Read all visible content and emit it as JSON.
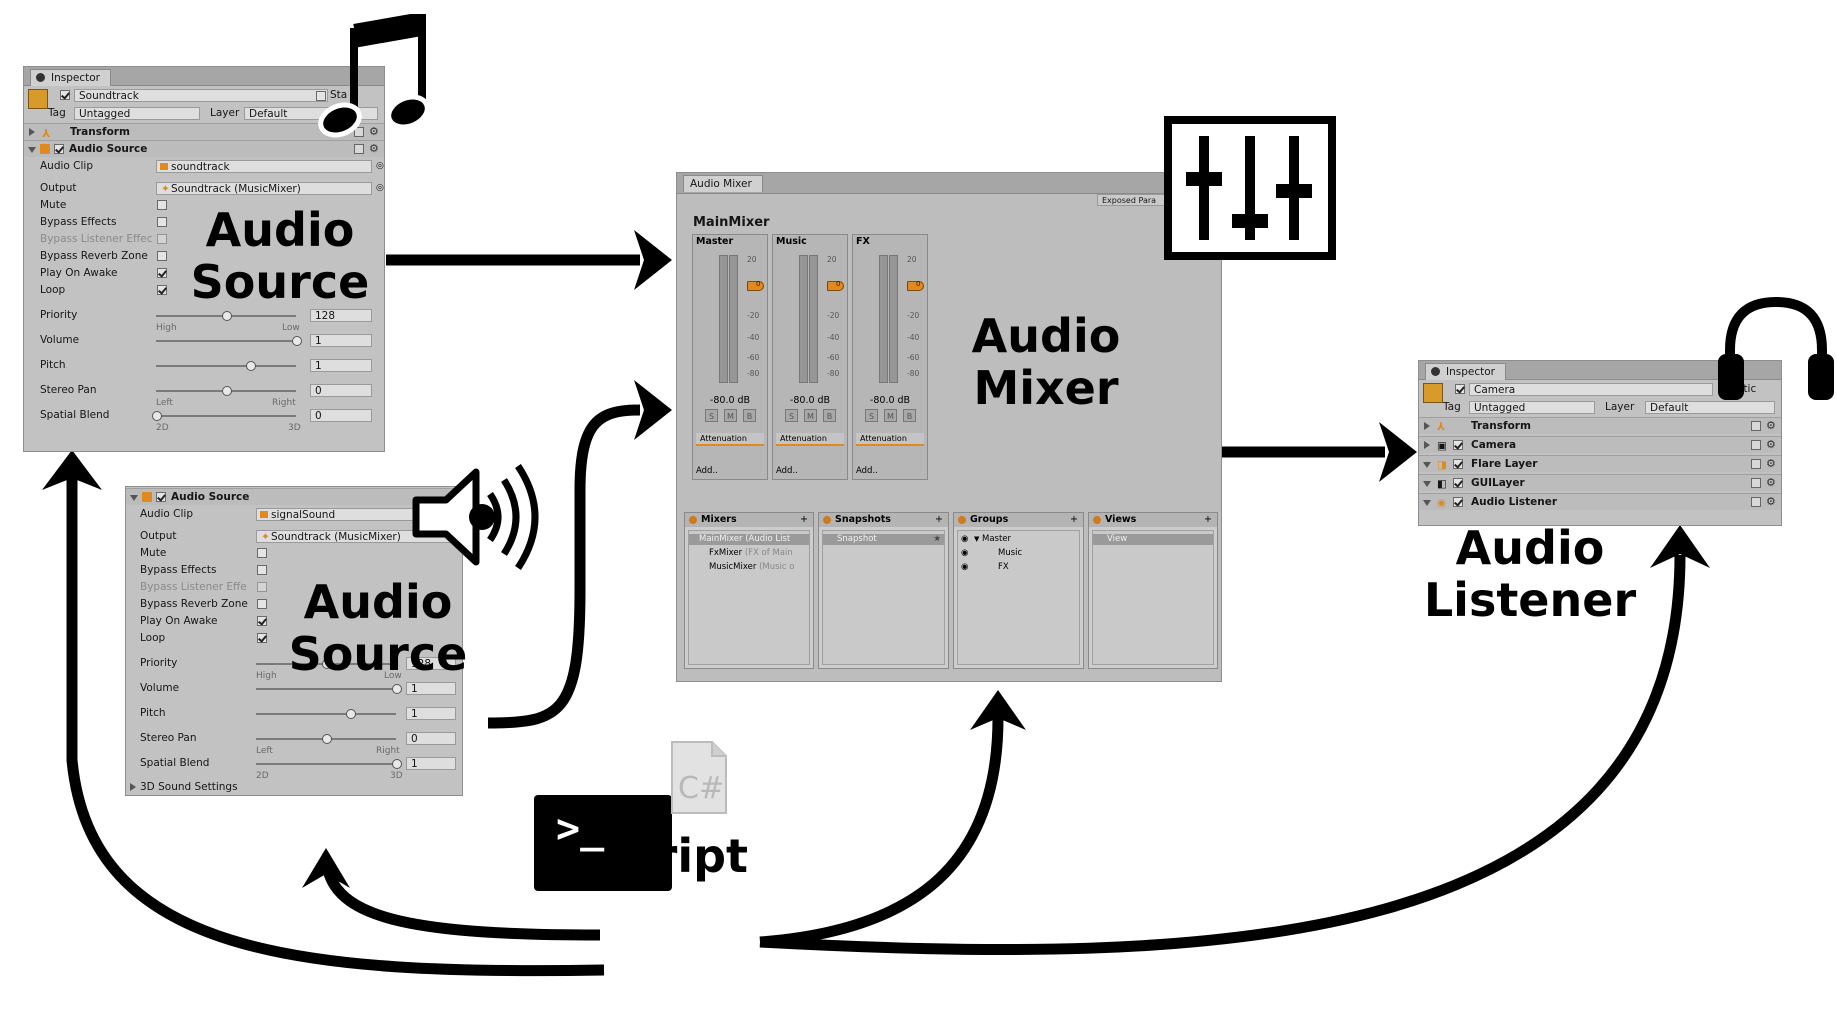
{
  "inspector1": {
    "tab": "Inspector",
    "object_name": "Soundtrack",
    "static_label": "Sta",
    "tag_label": "Tag",
    "tag_value": "Untagged",
    "layer_label": "Layer",
    "layer_value": "Default",
    "transform": "Transform",
    "component": "Audio Source",
    "audio_clip_label": "Audio Clip",
    "audio_clip": "soundtrack",
    "output_label": "Output",
    "output": "Soundtrack (MusicMixer)",
    "mute": "Mute",
    "bypass_effects": "Bypass Effects",
    "bypass_listener": "Bypass Listener Effec",
    "bypass_reverb": "Bypass Reverb Zone",
    "play_on_awake": "Play On Awake",
    "loop": "Loop",
    "priority_label": "Priority",
    "priority": "128",
    "high": "High",
    "low": "Low",
    "volume_label": "Volume",
    "volume": "1",
    "pitch_label": "Pitch",
    "pitch": "1",
    "stereo_label": "Stereo Pan",
    "stereo": "0",
    "left": "Left",
    "right": "Right",
    "spatial_label": "Spatial Blend",
    "spatial": "0",
    "two_d": "2D",
    "three_d": "3D",
    "sliders": {
      "priority": 0.5,
      "volume": 1.0,
      "pitch": 0.67,
      "stereo": 0.5,
      "spatial": 0.0
    }
  },
  "inspector2": {
    "component": "Audio Source",
    "audio_clip_label": "Audio Clip",
    "audio_clip": "signalSound",
    "output_label": "Output",
    "output": "Soundtrack (MusicMixer)",
    "mute": "Mute",
    "bypass_effects": "Bypass Effects",
    "bypass_listener": "Bypass Listener Effe",
    "bypass_reverb": "Bypass Reverb Zone",
    "play_on_awake": "Play On Awake",
    "loop": "Loop",
    "priority_label": "Priority",
    "priority": "128",
    "high": "High",
    "low": "Low",
    "volume_label": "Volume",
    "volume": "1",
    "pitch_label": "Pitch",
    "pitch": "1",
    "stereo_label": "Stereo Pan",
    "stereo": "0",
    "left": "Left",
    "right": "Right",
    "spatial_label": "Spatial Blend",
    "spatial": "1",
    "two_d": "2D",
    "three_d": "3D",
    "sound_settings": "3D Sound Settings",
    "sliders": {
      "priority": 0.5,
      "volume": 1.0,
      "pitch": 0.67,
      "stereo": 0.5,
      "spatial": 1.0
    }
  },
  "mixer": {
    "tab": "Audio Mixer",
    "exposed": "Exposed Para",
    "title": "MainMixer",
    "strips": [
      {
        "name": "Master",
        "db": "-80.0 dB"
      },
      {
        "name": "Music",
        "db": "-80.0 dB"
      },
      {
        "name": "FX",
        "db": "-80.0 dB"
      }
    ],
    "scale": [
      "20",
      "0",
      "-20",
      "-40",
      "-60",
      "-80"
    ],
    "fader_value": "0",
    "smb": [
      "S",
      "M",
      "B"
    ],
    "attenuation": "Attenuation",
    "add": "Add..",
    "panes": {
      "mixers": "Mixers",
      "snapshots": "Snapshots",
      "groups": "Groups",
      "views": "Views",
      "plus": "+"
    },
    "mixers_list": [
      {
        "name": "MainMixer",
        "note": "(Audio List"
      },
      {
        "name": "FxMixer",
        "note": "(FX of Main"
      },
      {
        "name": "MusicMixer",
        "note": "(Music o"
      }
    ],
    "snapshot": "Snapshot",
    "snapshot_star": "★",
    "groups_list": [
      "Master",
      "Music",
      "FX"
    ],
    "view": "View"
  },
  "inspector3": {
    "tab": "Inspector",
    "object_name": "Camera",
    "static_label": "atic",
    "tag_label": "Tag",
    "tag_value": "Untagged",
    "layer_label": "Layer",
    "layer_value": "Default",
    "components": [
      "Transform",
      "Camera",
      "Flare Layer",
      "GUILayer",
      "Audio Listener"
    ]
  },
  "labels": {
    "audio_source_1": [
      "Audio",
      "Source"
    ],
    "audio_source_2": [
      "Audio",
      "Source"
    ],
    "audio_mixer": [
      "Audio",
      "Mixer"
    ],
    "audio_listener": [
      "Audio",
      "Listener"
    ],
    "script": "script",
    "terminal_prompt": ">_",
    "cs": "C#"
  },
  "colors": {
    "accent": "#e08a1e",
    "panel": "#c2c2c2",
    "arrow": "#000000"
  }
}
